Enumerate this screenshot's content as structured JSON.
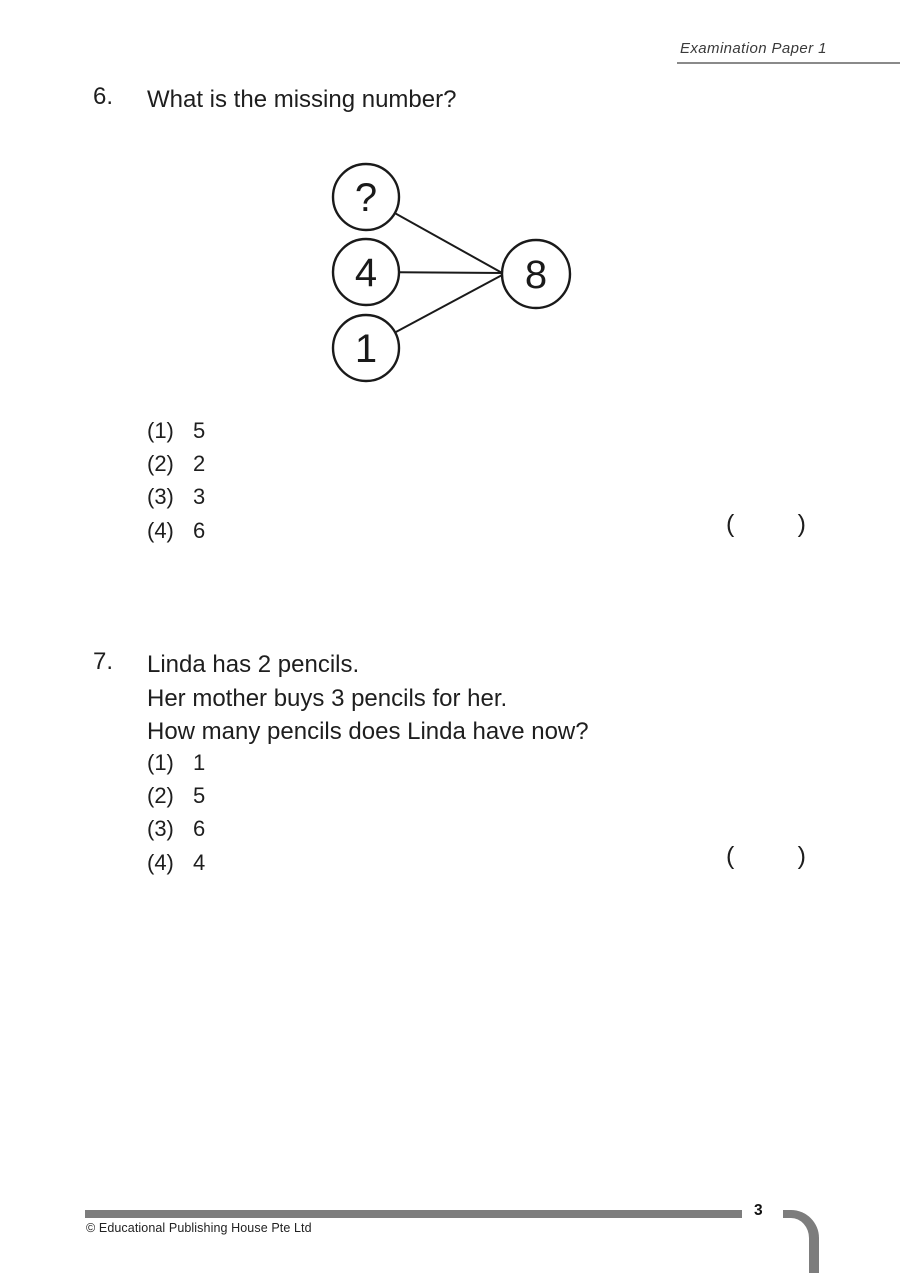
{
  "header": {
    "title": "Examination Paper 1"
  },
  "questions": [
    {
      "number": "6.",
      "lines": [
        "What is the missing number?"
      ],
      "diagram": {
        "type": "number-bond",
        "left_nodes": [
          "?",
          "4",
          "1"
        ],
        "right_node": "8"
      },
      "options": [
        {
          "label": "(1)",
          "value": "5"
        },
        {
          "label": "(2)",
          "value": "2"
        },
        {
          "label": "(3)",
          "value": "3"
        },
        {
          "label": "(4)",
          "value": "6"
        }
      ],
      "answer_bracket_open": "(",
      "answer_bracket_close": ")"
    },
    {
      "number": "7.",
      "lines": [
        "Linda has 2 pencils.",
        "Her mother buys 3 pencils for her.",
        "How many pencils does Linda have now?"
      ],
      "options": [
        {
          "label": "(1)",
          "value": "1"
        },
        {
          "label": "(2)",
          "value": "5"
        },
        {
          "label": "(3)",
          "value": "6"
        },
        {
          "label": "(4)",
          "value": "4"
        }
      ],
      "answer_bracket_open": "(",
      "answer_bracket_close": ")"
    }
  ],
  "footer": {
    "copyright": "© Educational Publishing House Pte Ltd",
    "page_number": "3"
  },
  "colors": {
    "text": "#1e1e1e",
    "header_rule_gray": "#8a8a8a",
    "footer_bar_gray": "#7d7d7d"
  }
}
